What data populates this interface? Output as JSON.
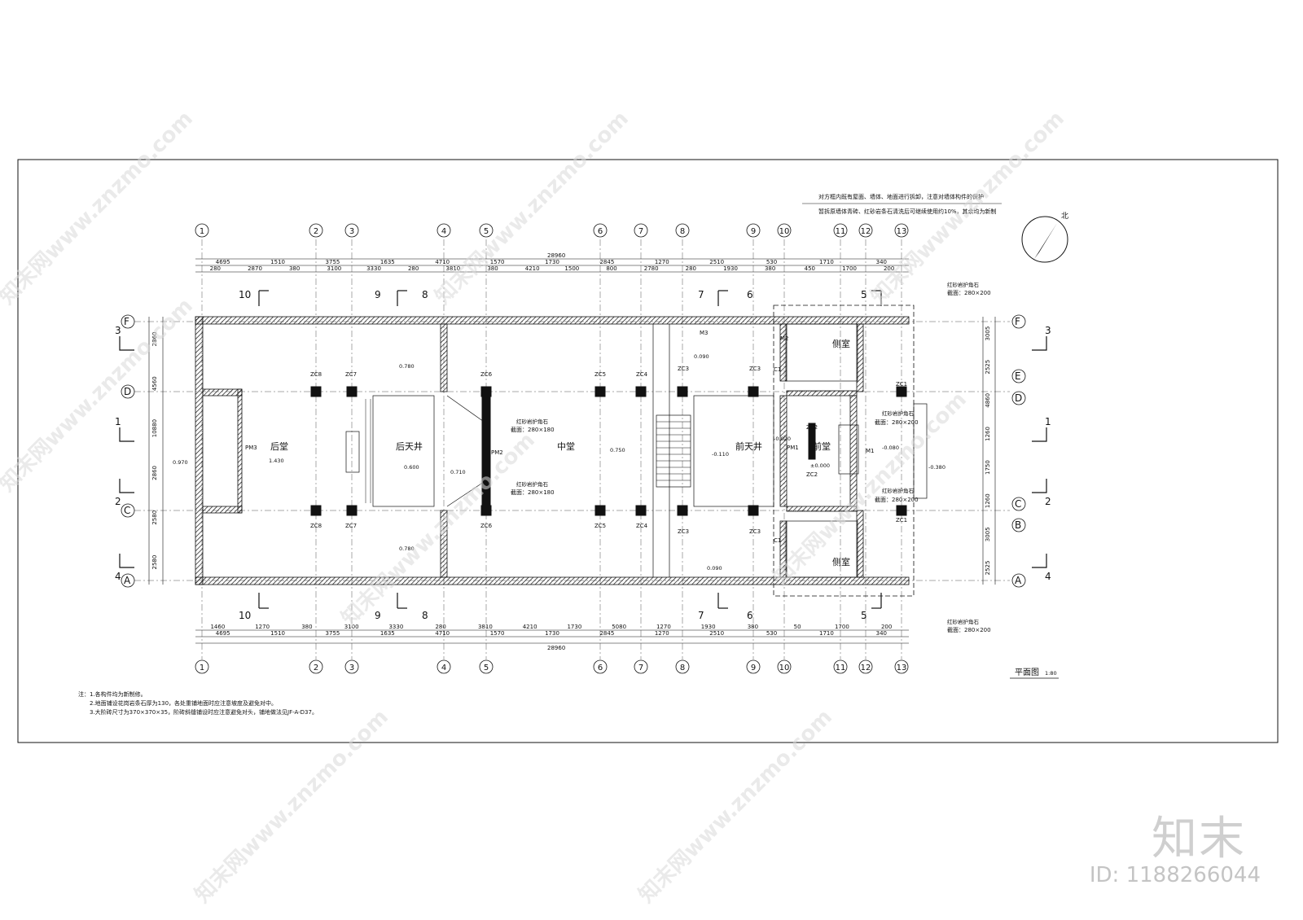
{
  "drawing": {
    "title": "平面图",
    "scale": "1:80",
    "north_label": "北",
    "notes": [
      "注：1.各构件均为新制修。",
      "2.地面铺设花岗岩条石厚为130，各处重铺地面时应注意坡度及避免对中。",
      "3.大阶砖尺寸为370×370×35，阶砖斜缝铺设时应注意避免对头，铺地做法见JF-A-D37。"
    ],
    "top_note_1": "对方框内既有屋面、墙体、地面进行拆卸，注意对墙体构件的保护",
    "top_note_2": "暂拆原墙体青砖、红砂岩条石清洗后可继续使用约10%，其余均为新制",
    "cornerstone_label": "红砂岩护角石",
    "cornerstone_size_280x200": "截面：280×200",
    "cornerstone_size_280x180": "截面：280×180"
  },
  "axes_x": [
    "1",
    "2",
    "3",
    "4",
    "5",
    "6",
    "7",
    "8",
    "9",
    "10",
    "11",
    "12",
    "13"
  ],
  "axes_y": [
    "F",
    "E",
    "D",
    "C",
    "B",
    "A"
  ],
  "overall_length": "28960",
  "top_dims_row1": [
    "4695",
    "1510",
    "3755",
    "1635",
    "4710",
    "1570",
    "1730",
    "2845",
    "1270",
    "2510",
    "530",
    "1710",
    "340"
  ],
  "top_dims_row2": [
    "280",
    "2870",
    "380",
    "3100",
    "3330",
    "280",
    "3810",
    "380",
    "4210",
    "1500",
    "800",
    "2780",
    "280",
    "1930",
    "380",
    "450",
    "1700",
    "200"
  ],
  "bottom_dims_row1": [
    "1460",
    "1270",
    "380",
    "3100",
    "3330",
    "280",
    "3810",
    "4210",
    "1730",
    "5080",
    "1270",
    "1930",
    "380",
    "50",
    "1700",
    "200"
  ],
  "bottom_dims_row2": [
    "4695",
    "1510",
    "3755",
    "1635",
    "4710",
    "1570",
    "1730",
    "2845",
    "1270",
    "2510",
    "530",
    "1710",
    "340"
  ],
  "left_dims": [
    "2860",
    "4560",
    "10880",
    "2860",
    "2580",
    "2580"
  ],
  "right_dims": [
    "3005",
    "2525",
    "4860",
    "1260",
    "1750",
    "1260",
    "3005",
    "2525"
  ],
  "rooms": {
    "back_hall": "后堂",
    "back_courtyard": "后天井",
    "middle_hall": "中堂",
    "front_courtyard": "前天井",
    "front_hall": "前堂",
    "side_room_top": "侧室",
    "side_room_bottom": "侧室"
  },
  "columns": [
    "ZC8",
    "ZC7",
    "ZC6",
    "ZC5",
    "ZC4",
    "ZC3",
    "ZC3",
    "ZC2",
    "ZC1"
  ],
  "doors": [
    "PM3",
    "PM2",
    "PM1",
    "M1",
    "M2",
    "M3",
    "C1"
  ],
  "levels": [
    "0.970",
    "1.430",
    "0.780",
    "0.600",
    "0.710",
    "0.750",
    "0.090",
    "-0.110",
    "-0.020",
    "±0.000",
    "-0.080",
    "-0.380",
    "0.090"
  ],
  "section_marks": [
    "10",
    "9",
    "8",
    "7",
    "6",
    "5",
    "3",
    "1",
    "2",
    "4"
  ],
  "watermark": "知末网www.znzmo.com",
  "logo_text": "知末",
  "id_text": "ID: 1188266044"
}
